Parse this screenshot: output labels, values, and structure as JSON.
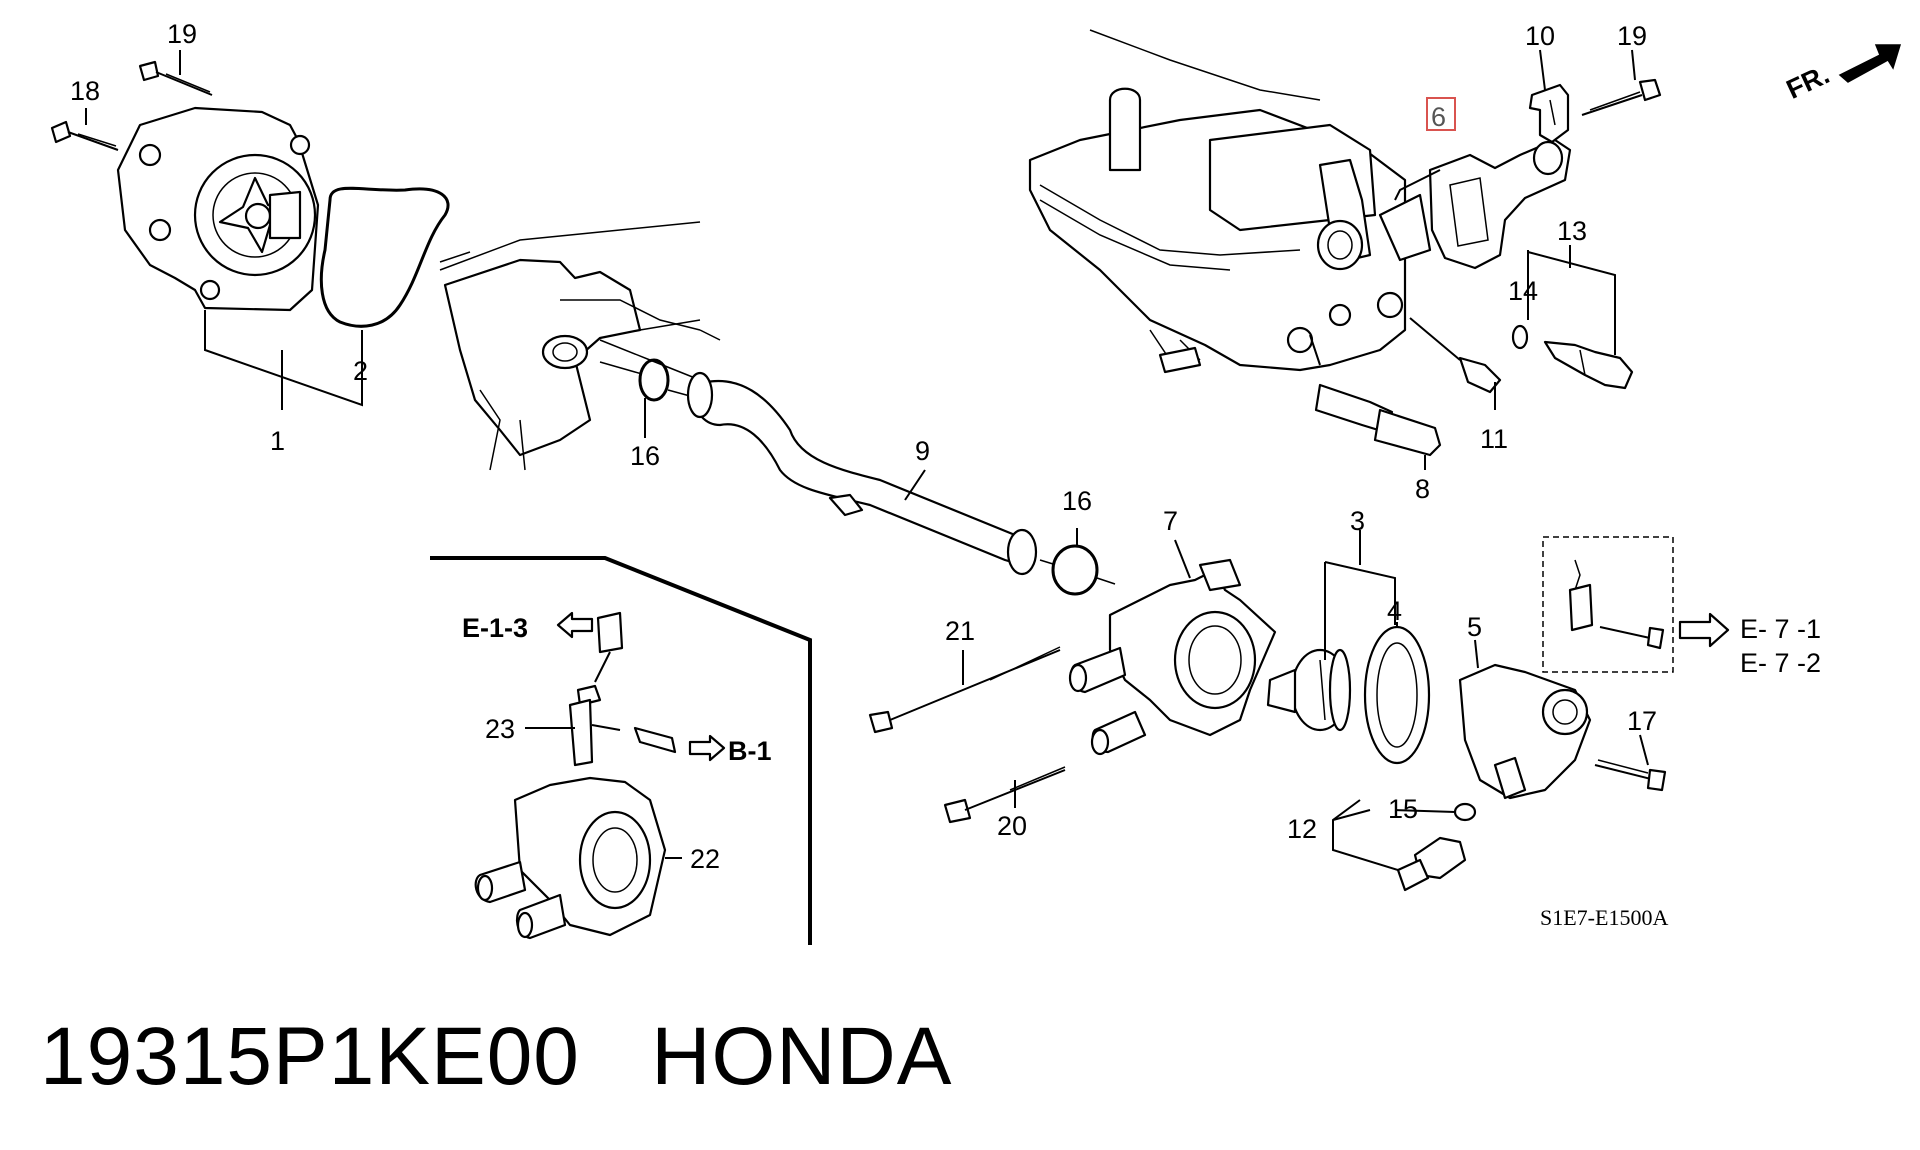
{
  "diagram": {
    "orientation_label": "FR.",
    "drawing_code": "S1E7-E1500A",
    "highlighted_callout": "6",
    "highlight_color": "#d9534f",
    "callouts": [
      "1",
      "2",
      "3",
      "4",
      "5",
      "6",
      "7",
      "8",
      "9",
      "10",
      "11",
      "12",
      "13",
      "14",
      "15",
      "16",
      "16",
      "17",
      "18",
      "19",
      "19",
      "20",
      "21",
      "22",
      "23"
    ],
    "references": {
      "e13": "E-1-3",
      "b1": "B-1",
      "e71": "E- 7 -1",
      "e72": "E- 7 -2"
    }
  },
  "caption": {
    "part_number": "19315P1KE00",
    "brand": "HONDA"
  }
}
